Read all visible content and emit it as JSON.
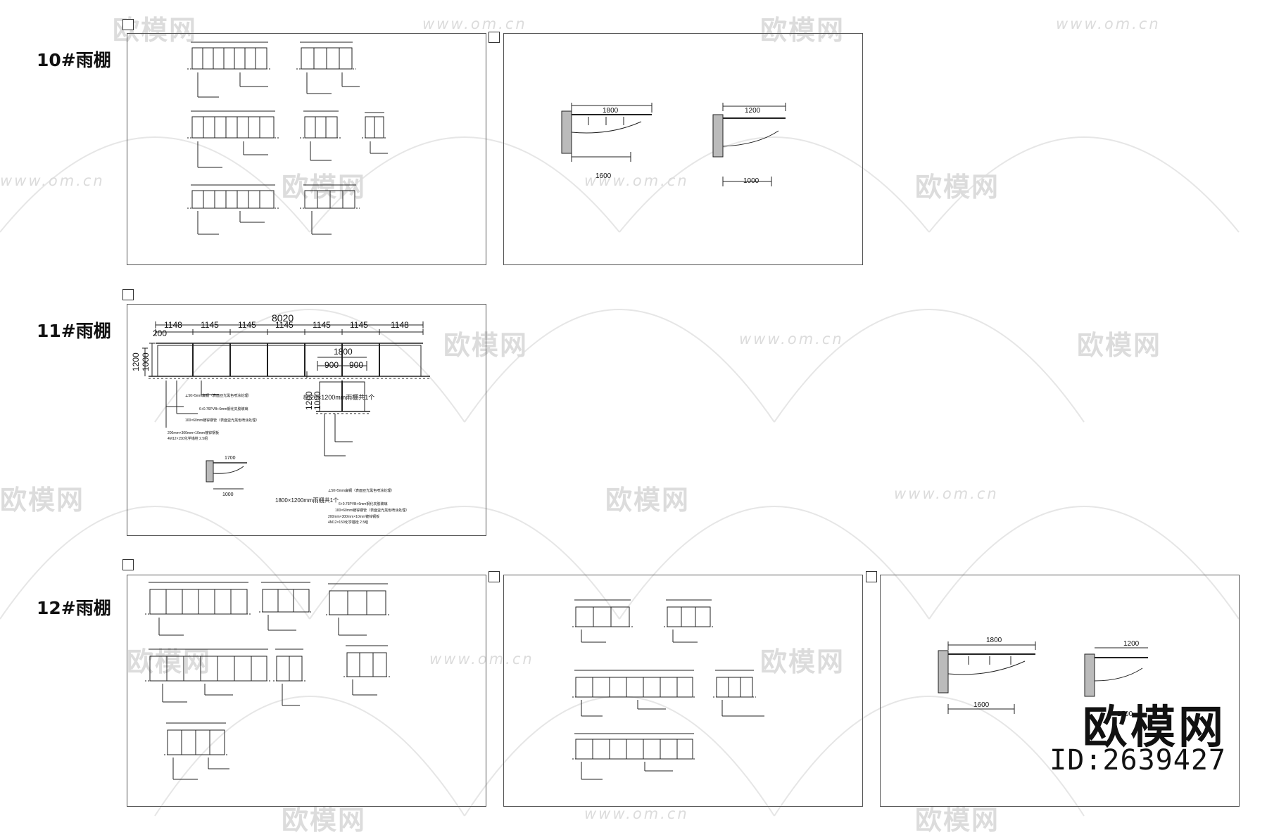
{
  "rows": [
    {
      "label": "10#雨棚"
    },
    {
      "label": "11#雨棚"
    },
    {
      "label": "12#雨棚"
    }
  ],
  "watermark": {
    "brand": "欧模网",
    "url": "www.om.cn"
  },
  "brand_stamp": {
    "name": "欧模网",
    "id": "ID:2639427"
  },
  "sheet_11": {
    "total_width": "8020",
    "segments": [
      "1148",
      "1145",
      "1145",
      "1145",
      "1145",
      "1145",
      "1148"
    ],
    "offset": "200",
    "height_outer": "1200",
    "height_inner": "1000",
    "caption_main": "8020×1200mm雨棚共1个",
    "notes_main": [
      "∠50×5mm扁钢（表面亚光黑色喷涂处理）",
      "6+0.76PVB+6mm钢化夹胶玻璃",
      "100×60mm镀锌钢管（表面亚光黑色喷涂处理）",
      "200mm×300mm×10mm镀锌钢板",
      "4M12×150化学锚栓 2.5组"
    ],
    "small_total": "1800",
    "small_segments": [
      "900",
      "900"
    ],
    "small_height_outer": "1200",
    "small_height_inner": "1000",
    "caption_small": "1800×1200mm雨棚共1个",
    "notes_small": [
      "∠50×5mm扁钢（表面亚光黑色喷涂处理）",
      "6+0.76PVB+6mm钢化夹胶玻璃",
      "100×60mm镀锌钢管（表面亚光黑色喷涂处理）",
      "200mm×300mm×10mm镀锌钢板",
      "4M12×150化学锚栓 2.5组"
    ],
    "section_width": "1700",
    "section_base": "1000"
  },
  "sheet_10b": {
    "section_a_top": "1800",
    "section_a_bottom": "1600",
    "section_b_top": "1200",
    "section_b_bottom": "1000"
  },
  "sheet_12c": {
    "section_a_top": "1800",
    "section_a_bottom": "1600",
    "section_b_top": "1200",
    "section_b_bottom": "1000"
  }
}
